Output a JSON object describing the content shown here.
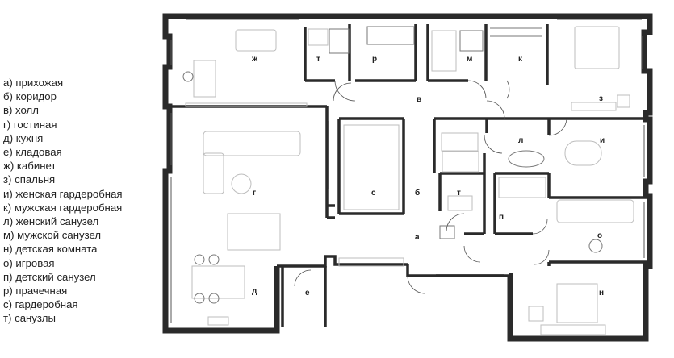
{
  "legend": {
    "items": [
      "а) прихожая",
      "б) коридор",
      "в) холл",
      "г) гостиная",
      "д) кухня",
      "е) кладовая",
      "ж) кабинет",
      "з) спальня",
      "и) женская гардеробная",
      "к) мужская гардеробная",
      "л) женский санузел",
      "м) мужской санузел",
      "н) детская комната",
      "о) игровая",
      "п) детский санузел",
      "р) прачечная",
      "с) гардеробная",
      "т) санузлы"
    ]
  },
  "rooms": {
    "a": "а",
    "b": "б",
    "v": "в",
    "g": "г",
    "d": "д",
    "e": "е",
    "zh": "ж",
    "z": "з",
    "i": "и",
    "k": "к",
    "l": "л",
    "m": "м",
    "n": "н",
    "o": "о",
    "p": "п",
    "r": "р",
    "s": "с",
    "t1": "т",
    "t2": "т"
  }
}
